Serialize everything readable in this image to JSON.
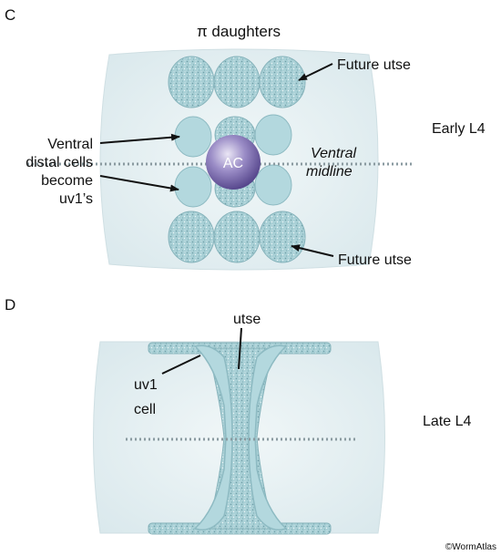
{
  "panel_c": {
    "letter": "C",
    "title": "π daughters",
    "stage": "Early L4",
    "future_utse_top": "Future utse",
    "future_utse_bottom": "Future utse",
    "ventral_distal_line1": "Ventral",
    "ventral_distal_line2": "distal cells",
    "ventral_distal_line3": "become",
    "ventral_distal_line4": "uv1’s",
    "midline_line1": "Ventral",
    "midline_line2": "midline",
    "ac_label": "AC"
  },
  "panel_d": {
    "letter": "D",
    "stage": "Late L4",
    "utse_label": "utse",
    "uv1_line1": "uv1",
    "uv1_line2": "cell"
  },
  "credit": "©WormAtlas",
  "colors": {
    "tissue": "#e3eef1",
    "cell": "#b7d9de",
    "cell_stroke": "#8fb9c1",
    "ac": "#6b5aa0"
  }
}
